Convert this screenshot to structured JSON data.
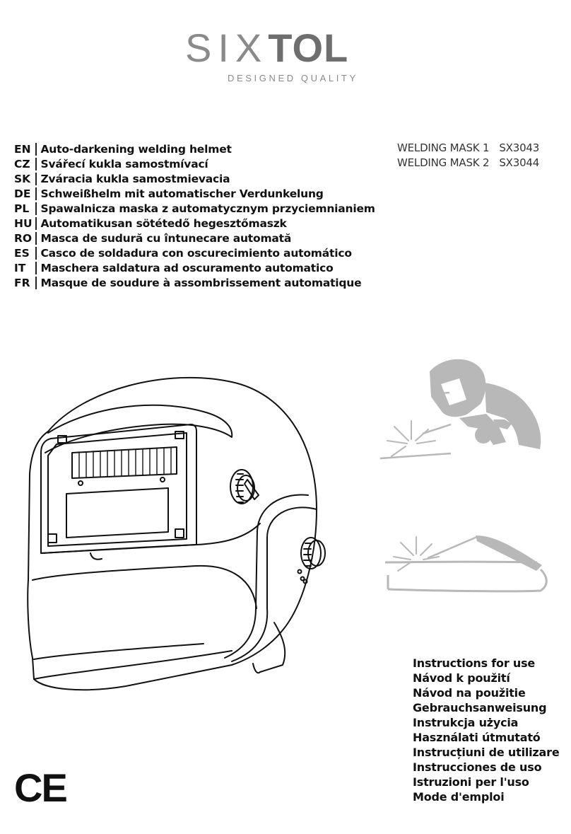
{
  "logo": {
    "light": "SIX",
    "bold": "TOL",
    "tagline": "DESIGNED QUALITY"
  },
  "languages": [
    {
      "code": "EN",
      "title": "Auto-darkening welding helmet"
    },
    {
      "code": "CZ",
      "title": "Svářecí kukla samostmívací"
    },
    {
      "code": "SK",
      "title": "Zváracia kukla samostmievacia"
    },
    {
      "code": "DE",
      "title": "Schweißhelm mit automatischer Verdunkelung"
    },
    {
      "code": "PL",
      "title": "Spawalnicza maska z automatycznym przyciemnianiem"
    },
    {
      "code": "HU",
      "title": "Automatikusan sötétedő hegesztőmaszk"
    },
    {
      "code": "RO",
      "title": "Masca de sudură cu întunecare automată"
    },
    {
      "code": "ES",
      "title": "Casco de soldadura con oscurecimiento automático"
    },
    {
      "code": "IT",
      "title": "Maschera saldatura ad oscuramento automatico"
    },
    {
      "code": "FR",
      "title": "Masque de soudure à assombrissement automatique"
    }
  ],
  "models": [
    {
      "name": "WELDING MASK 1",
      "code": "SX3043"
    },
    {
      "name": "WELDING MASK 2",
      "code": "SX3044"
    }
  ],
  "instructions": [
    "Instructions for use",
    "Návod k použití",
    "Návod na použitie",
    "Gebrauchsanweisung",
    "Instrukcja użycia",
    "Használati útmutató",
    "Instrucțiuni de utilizare",
    "Instrucciones de uso",
    "Istruzioni per l'uso",
    "Mode d'emploi"
  ],
  "ce_mark": "CE",
  "colors": {
    "logo": "#777777",
    "illustration_gray": "#b5b5b5",
    "text": "#111111"
  },
  "icons": {
    "helmet": "welding-helmet-illustration",
    "welder": "welder-pictogram",
    "torch": "welding-torch-pictogram",
    "ce": "ce-mark"
  }
}
